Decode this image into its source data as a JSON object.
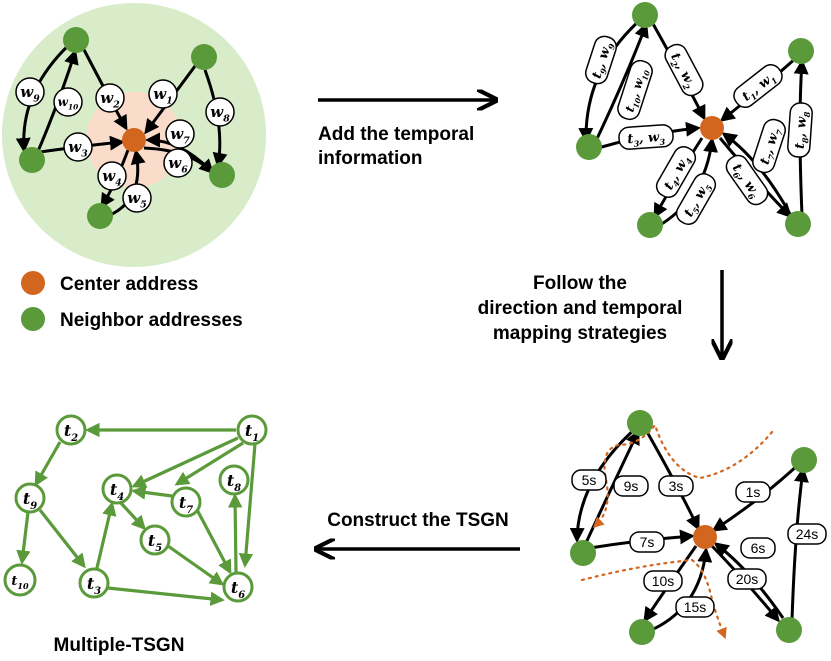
{
  "colors": {
    "center": "#d2661e",
    "neighbor": "#5a9a3a",
    "ego_bg": "#d9ecc9",
    "center_bg": "#fbdccb",
    "tsgn_edge": "#5a9a3a",
    "path": "#d2661e"
  },
  "legend": {
    "center": "Center address",
    "neighbor": "Neighbor addresses"
  },
  "steps": {
    "step1_line1": "Add the temporal",
    "step1_line2": "information",
    "step2_line1": "Follow the",
    "step2_line2": "direction and temporal",
    "step2_line3": "mapping strategies",
    "step3": "Construct the TSGN"
  },
  "panel_a": {
    "weights": [
      "w9",
      "w10",
      "w2",
      "w1",
      "w8",
      "w7",
      "w3",
      "w6",
      "w4",
      "w5"
    ]
  },
  "panel_b": {
    "labels": [
      "t9, w9",
      "t10, w10",
      "t2, w2",
      "t1, w1",
      "t3, w3",
      "t7, w7",
      "t8, w8",
      "t4, w4",
      "t6, w6",
      "t5, w5"
    ]
  },
  "panel_c": {
    "times": [
      "5s",
      "9s",
      "3s",
      "1s",
      "7s",
      "6s",
      "24s",
      "10s",
      "20s",
      "15s"
    ]
  },
  "panel_d": {
    "title": "Multiple-TSGN",
    "nodes": [
      "t1",
      "t2",
      "t4",
      "t8",
      "t7",
      "t9",
      "t5",
      "t10",
      "t3",
      "t6"
    ]
  }
}
